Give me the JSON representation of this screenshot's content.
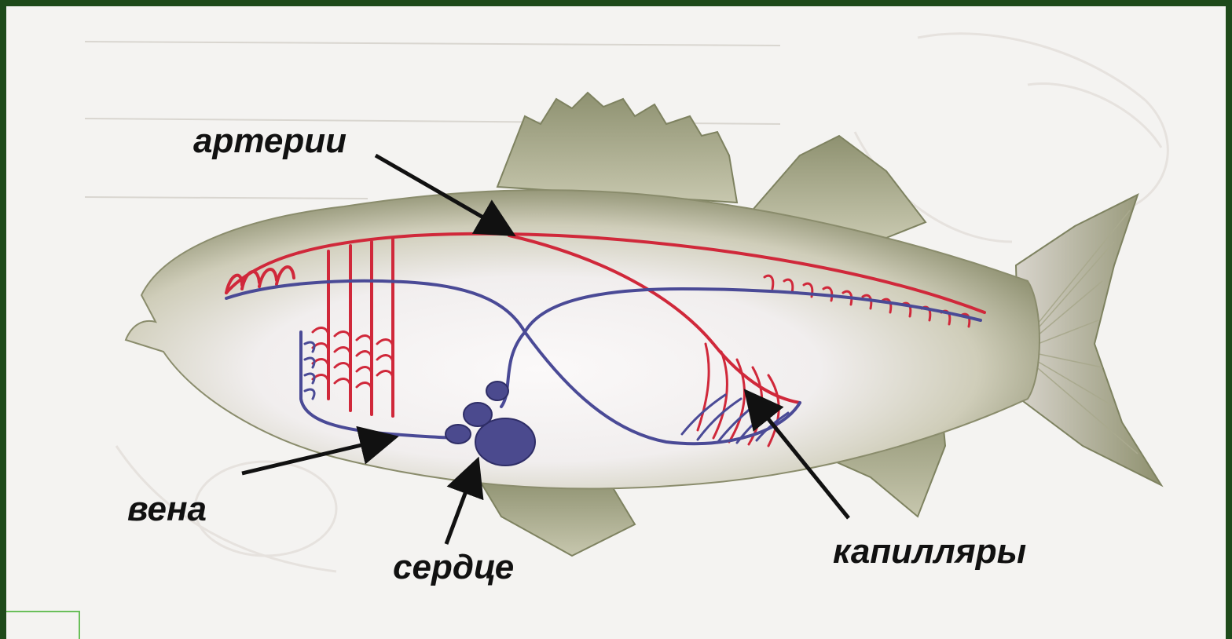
{
  "labels": {
    "arteries": "артерии",
    "vein": "вена",
    "heart": "сердце",
    "capillaries": "капилляры"
  },
  "colors": {
    "background_frame": "#1e4a1a",
    "paper": "#f4f3f1",
    "fish_body": "#9a9a7e",
    "artery": "#d0283a",
    "vein": "#4a4a96",
    "heart": "#4b4a8e",
    "arrow": "#111111"
  }
}
